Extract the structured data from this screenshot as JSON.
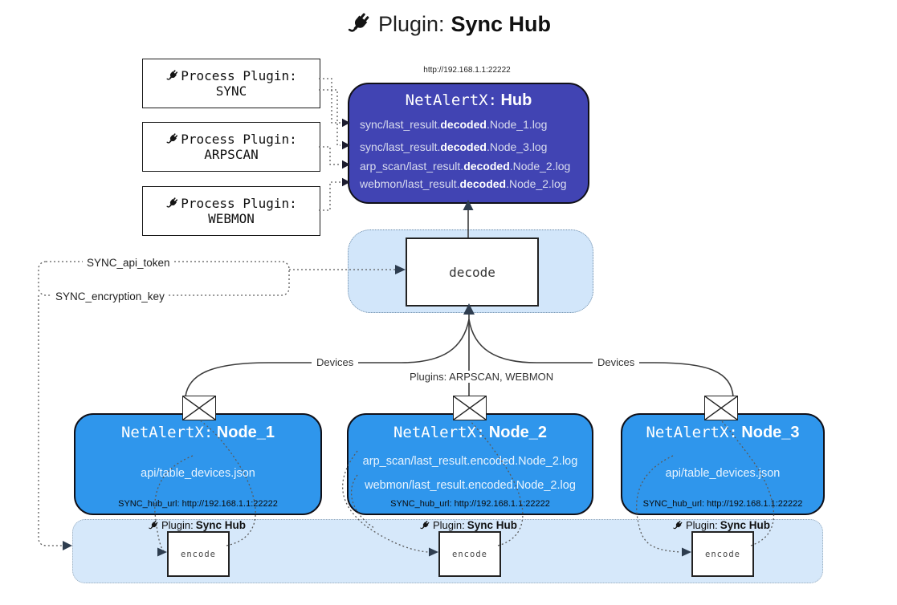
{
  "title": {
    "label": "Plugin:",
    "name": "Sync Hub"
  },
  "hub": {
    "url": "http://192.168.1.1:22222",
    "title_label": "NetAlertX:",
    "title_name": "Hub",
    "entries": [
      {
        "pre": "sync/last_result.",
        "bold": "decoded",
        "post": ".Node_1.log"
      },
      {
        "pre": "sync/last_result.",
        "bold": "decoded",
        "post": ".Node_3.log"
      },
      {
        "pre": "arp_scan/last_result.",
        "bold": "decoded",
        "post": ".Node_2.log"
      },
      {
        "pre": "webmon/last_result.",
        "bold": "decoded",
        "post": ".Node_2.log"
      }
    ]
  },
  "process_plugins": [
    {
      "label": "Process Plugin:",
      "name": "SYNC"
    },
    {
      "label": "Process Plugin:",
      "name": "ARPSCAN"
    },
    {
      "label": "Process Plugin:",
      "name": "WEBMON"
    }
  ],
  "settings": {
    "api_token": "SYNC_api_token",
    "encryption_key": "SYNC_encryption_key"
  },
  "decode_label": "decode",
  "edge_labels": {
    "left": "Devices",
    "middle": "Plugins: ARPSCAN, WEBMON",
    "right": "Devices"
  },
  "nodes": [
    {
      "title_label": "NetAlertX:",
      "title_name": "Node_1",
      "files": [
        "api/table_devices.json"
      ],
      "hub_url": "SYNC_hub_url: http://192.168.1.1:22222"
    },
    {
      "title_label": "NetAlertX:",
      "title_name": "Node_2",
      "files": [
        "arp_scan/last_result.encoded.Node_2.log",
        "webmon/last_result.encoded.Node_2.log"
      ],
      "hub_url": "SYNC_hub_url: http://192.168.1.1:22222"
    },
    {
      "title_label": "NetAlertX:",
      "title_name": "Node_3",
      "files": [
        "api/table_devices.json"
      ],
      "hub_url": "SYNC_hub_url: http://192.168.1.1:22222"
    }
  ],
  "encoders": [
    {
      "plugin_label": "Plugin:",
      "plugin_name": "Sync Hub",
      "box_label": "encode"
    },
    {
      "plugin_label": "Plugin:",
      "plugin_name": "Sync Hub",
      "box_label": "encode"
    },
    {
      "plugin_label": "Plugin:",
      "plugin_name": "Sync Hub",
      "box_label": "encode"
    }
  ],
  "colors": {
    "hub_fill": "#4144b3",
    "node_fill": "#2f96ec",
    "band_fill": "#d6e8fa",
    "decode_container_fill": "#d2e6fa",
    "hub_text": "#d9dcee",
    "node_text": "#e9f4fe",
    "arrow_dark": "#2e3d4f",
    "line": "#3c3c3c",
    "dotted": "#5a5a5a",
    "border_dark": "#1a1a1a"
  }
}
